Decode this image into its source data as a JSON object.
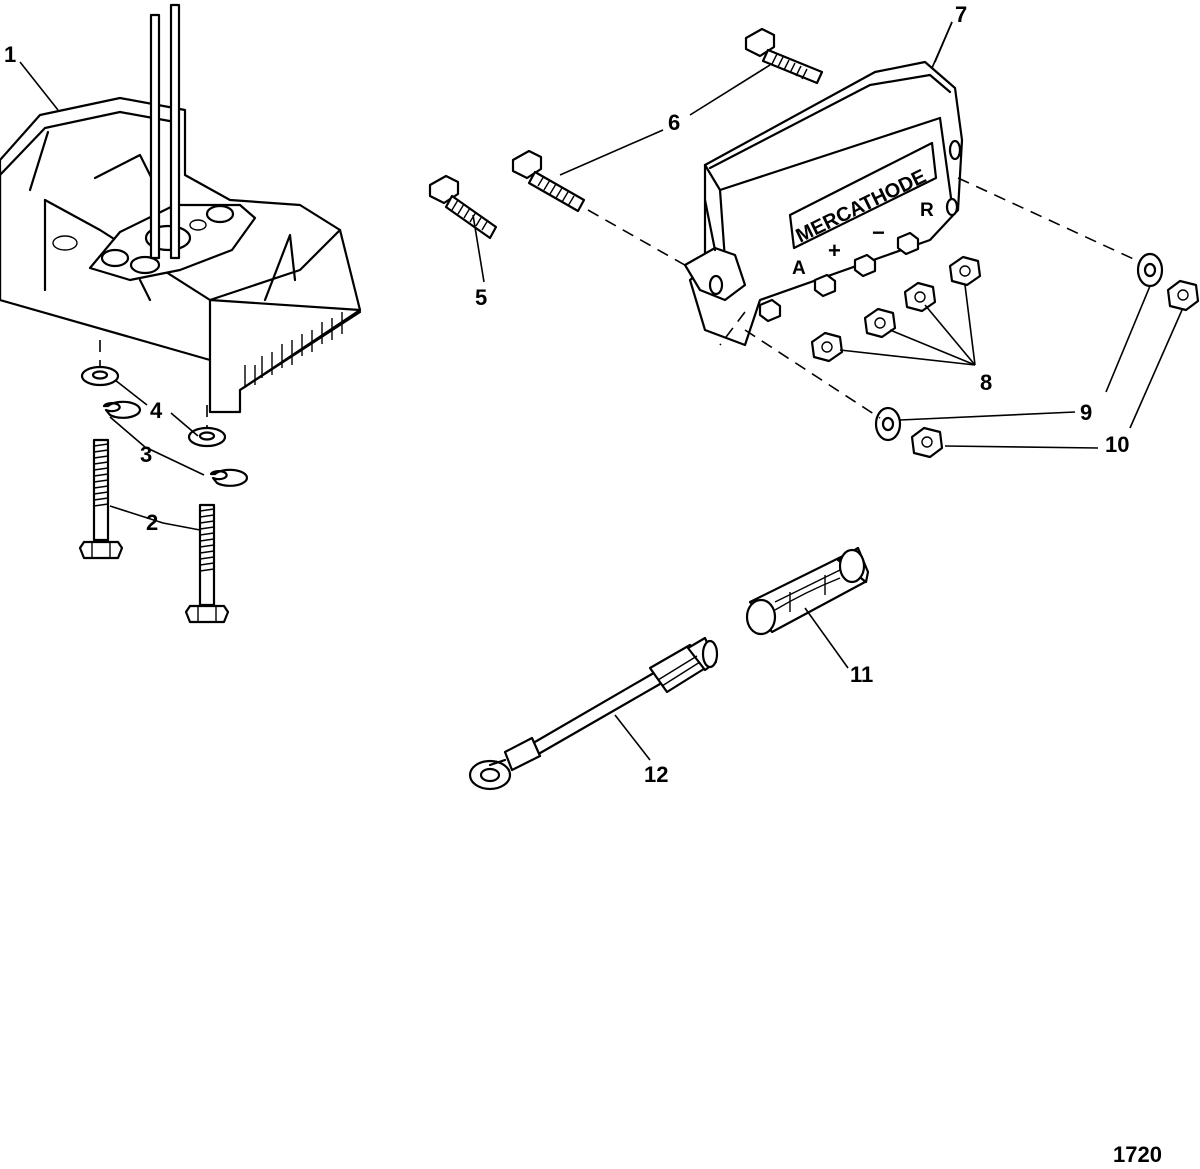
{
  "callouts": [
    "1",
    "2",
    "3",
    "4",
    "5",
    "6",
    "7",
    "8",
    "9",
    "10",
    "11",
    "12"
  ],
  "embossed": {
    "brand": "MERCATHODE",
    "terminal_a": "A",
    "terminal_plus": "+",
    "terminal_minus": "−",
    "terminal_r": "R"
  },
  "figure_number": "1720"
}
